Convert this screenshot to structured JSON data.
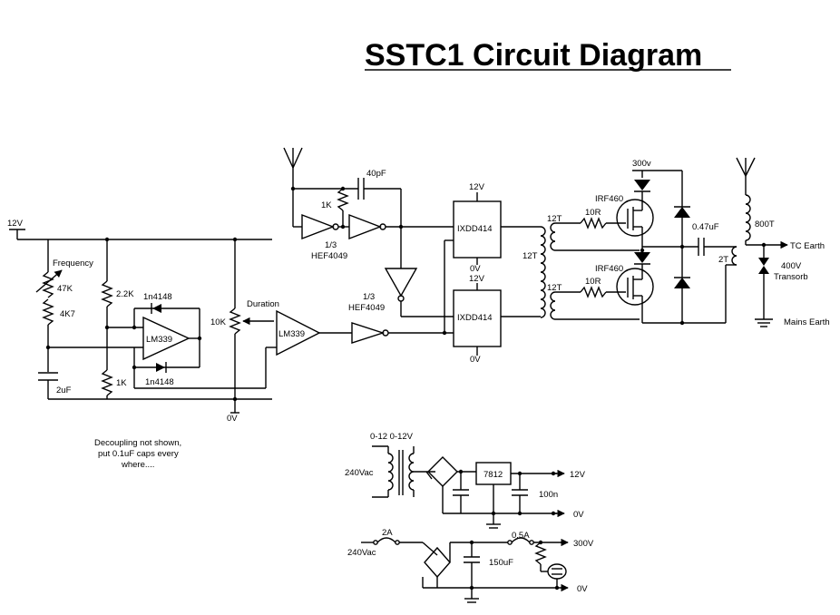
{
  "title": "SSTC1 Circuit Diagram",
  "labels": {
    "v12_in": "12V",
    "frequency": "Frequency",
    "r47k": "47K",
    "r4k7": "4K7",
    "c2uf": "2uF",
    "r2k2": "2.2K",
    "r1k_a": "1K",
    "d1": "1n4148",
    "d2": "1n4148",
    "lm339_a": "LM339",
    "lm339_b": "LM339",
    "r10k": "10K",
    "duration": "Duration",
    "v0_a": "0V",
    "r1k_b": "1K",
    "c40pf": "40pF",
    "hef_a1": "1/3",
    "hef_a2": "HEF4049",
    "hef_b1": "1/3",
    "hef_b2": "HEF4049",
    "ic1": "IXDD414",
    "ic2": "IXDD414",
    "v12_ic1": "12V",
    "v0_ic1": "0V",
    "v12_ic2": "12V",
    "v0_ic2": "0V",
    "t12_a": "12T",
    "t12_b": "12T",
    "t12_c": "12T",
    "r10r_a": "10R",
    "r10r_b": "10R",
    "irf_a": "IRF460",
    "irf_b": "IRF460",
    "v300": "300v",
    "c047": "0.47uF",
    "t800": "800T",
    "t2": "2T",
    "tc_earth": "TC Earth",
    "v400_1": "400V",
    "v400_2": "Transorb",
    "mains_earth": "Mains Earth",
    "note1": "Decoupling not shown,",
    "note2": "put 0.1uF caps every",
    "note3": "where....",
    "ps_tap": "0-12 0-12V",
    "ps_240": "240Vac",
    "ps_reg": "7812",
    "ps_12v": "12V",
    "ps_0v": "0V",
    "ps_100n": "100n",
    "hv_2a": "2A",
    "hv_240": "240Vac",
    "hv_05a": "0.5A",
    "hv_300v": "300V",
    "hv_150uf": "150uF",
    "hv_0v": "0V"
  }
}
